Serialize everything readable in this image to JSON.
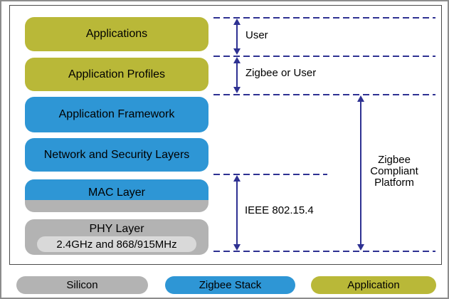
{
  "diagram": {
    "stack": [
      {
        "label": "Applications",
        "category": "application",
        "color": "#b9b838"
      },
      {
        "label": "Application Profiles",
        "category": "application",
        "color": "#b9b838"
      },
      {
        "label": "Application Framework",
        "category": "zigbee-stack",
        "color": "#2e96d5"
      },
      {
        "label": "Network and Security Layers",
        "category": "zigbee-stack",
        "color": "#2e96d5"
      },
      {
        "label": "MAC Layer",
        "category": "zigbee-stack-on-silicon",
        "colors": [
          "#2e96d5",
          "#b3b3b3"
        ]
      },
      {
        "label": "PHY Layer",
        "sublabel": "2.4GHz and 868/915MHz",
        "category": "silicon",
        "color": "#b3b3b3",
        "sublabel_color": "#d9d9d9"
      }
    ],
    "annotations": {
      "user": "User",
      "zigbee_or_user": "Zigbee or User",
      "ieee": "IEEE 802.15.4",
      "platform": "Zigbee Compliant Platform"
    }
  },
  "legend": {
    "items": [
      {
        "label": "Silicon",
        "color": "#b3b3b3"
      },
      {
        "label": "Zigbee Stack",
        "color": "#2e96d5"
      },
      {
        "label": "Application",
        "color": "#b9b838"
      }
    ]
  },
  "colors": {
    "application": "#b9b838",
    "zigbee_stack": "#2e96d5",
    "silicon": "#b3b3b3",
    "silicon_light": "#d9d9d9",
    "annotation_line": "#2e3192",
    "diagram_border": "#4a4a4a",
    "outer_border": "#8c8c8c"
  }
}
